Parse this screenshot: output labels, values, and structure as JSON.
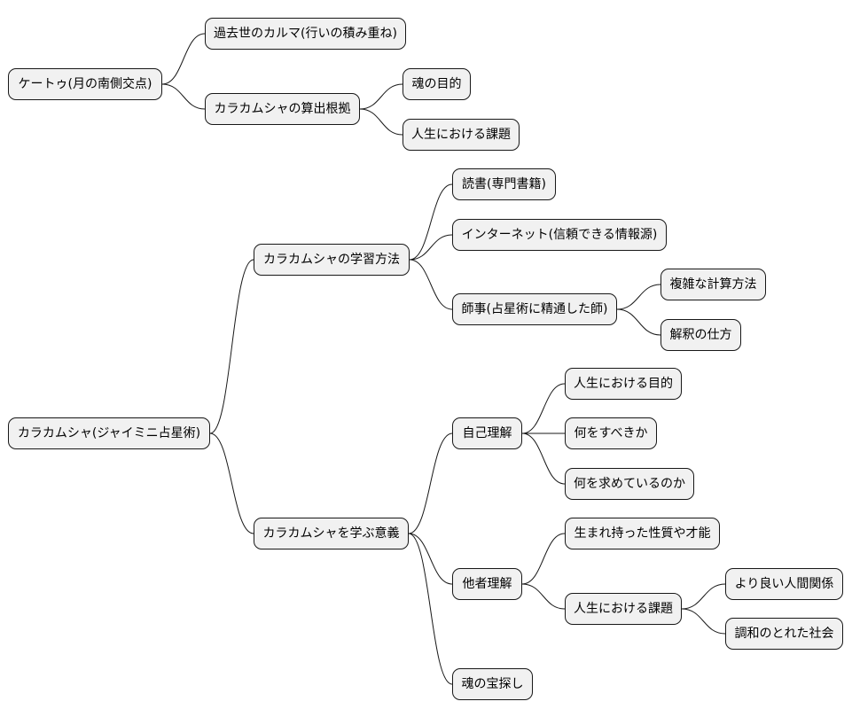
{
  "nodes": {
    "ketu": "ケートゥ(月の南側交点)",
    "past_karma": "過去世のカルマ(行いの積み重ね)",
    "calc_basis": "カラカムシャの算出根拠",
    "soul_purpose": "魂の目的",
    "life_tasks_1": "人生における課題",
    "karakamsha_root": "カラカムシャ(ジャイミニ占星術)",
    "learning_methods": "カラカムシャの学習方法",
    "reading": "読書(専門書籍)",
    "internet": "インターネット(信頼できる情報源)",
    "apprentice": "師事(占星術に精通した師)",
    "complex_calc": "複雑な計算方法",
    "interpretation": "解釈の仕方",
    "meaning": "カラカムシャを学ぶ意義",
    "self_understanding": "自己理解",
    "life_purpose": "人生における目的",
    "what_to_do": "何をすべきか",
    "what_seeking": "何を求めているのか",
    "others_understanding": "他者理解",
    "innate_traits": "生まれ持った性質や才能",
    "life_tasks_2": "人生における課題",
    "better_relations": "より良い人間関係",
    "harmonious_society": "調和のとれた社会",
    "soul_treasure": "魂の宝探し"
  },
  "edges": [
    [
      "ketu",
      "past_karma"
    ],
    [
      "ketu",
      "calc_basis"
    ],
    [
      "calc_basis",
      "soul_purpose"
    ],
    [
      "calc_basis",
      "life_tasks_1"
    ],
    [
      "karakamsha_root",
      "learning_methods"
    ],
    [
      "karakamsha_root",
      "meaning"
    ],
    [
      "learning_methods",
      "reading"
    ],
    [
      "learning_methods",
      "internet"
    ],
    [
      "learning_methods",
      "apprentice"
    ],
    [
      "apprentice",
      "complex_calc"
    ],
    [
      "apprentice",
      "interpretation"
    ],
    [
      "meaning",
      "self_understanding"
    ],
    [
      "meaning",
      "others_understanding"
    ],
    [
      "meaning",
      "soul_treasure"
    ],
    [
      "self_understanding",
      "life_purpose"
    ],
    [
      "self_understanding",
      "what_to_do"
    ],
    [
      "self_understanding",
      "what_seeking"
    ],
    [
      "others_understanding",
      "innate_traits"
    ],
    [
      "others_understanding",
      "life_tasks_2"
    ],
    [
      "life_tasks_2",
      "better_relations"
    ],
    [
      "life_tasks_2",
      "harmonious_society"
    ]
  ]
}
